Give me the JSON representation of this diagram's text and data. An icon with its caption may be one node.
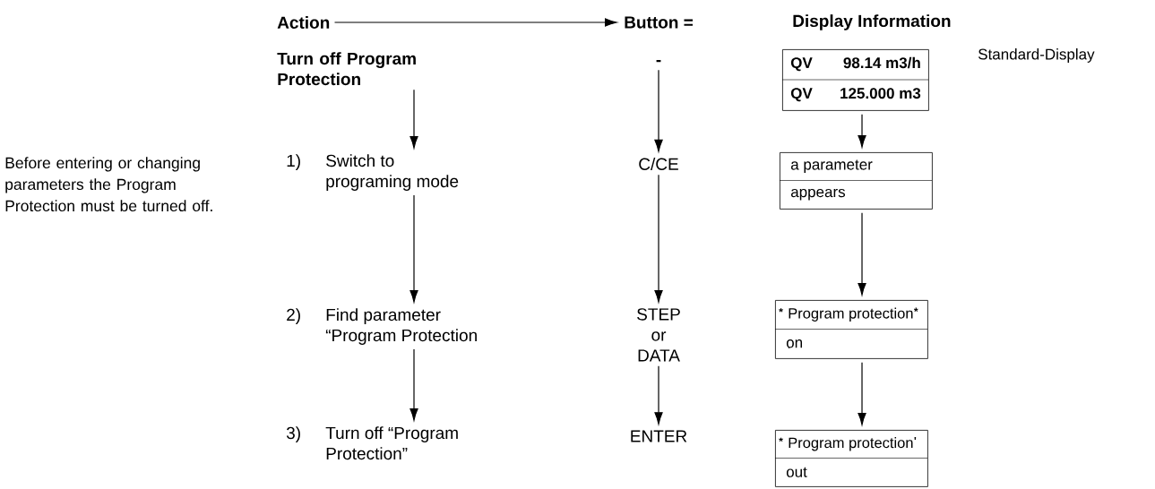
{
  "diagram": {
    "nodes": [
      {
        "text": [
          "Action"
        ]
      },
      {
        "text": [
          "Button ="
        ]
      },
      {
        "text": [
          "Display Information"
        ]
      },
      {
        "text": [
          "Turn off Program Protection"
        ]
      },
      {
        "text": [
          "1)",
          "Switch to programing mode"
        ]
      },
      {
        "text": [
          "2)",
          "Find parameter “Program Protection"
        ]
      },
      {
        "text": [
          "3)",
          "Turn off “Program Protection”"
        ]
      },
      {
        "text": [
          "-"
        ]
      },
      {
        "text": [
          "C/CE"
        ]
      },
      {
        "text": [
          "STEP or DATA"
        ]
      },
      {
        "text": [
          "ENTER"
        ]
      },
      {
        "text": [
          "QV",
          "98.14 m3/h",
          "QV",
          "125.000 m3"
        ],
        "beside": [
          "Standard-Display"
        ]
      },
      {
        "text": [
          "a parameter",
          "appears"
        ]
      },
      {
        "text": [
          "*",
          "Program protection",
          "*",
          "on"
        ]
      },
      {
        "text": [
          "*",
          "Program protection",
          "'",
          "out"
        ]
      }
    ],
    "edges": [
      {
        "from": 0,
        "to": 1,
        "arrow": "to"
      },
      {
        "from": 3,
        "to": 4,
        "arrow": "to"
      },
      {
        "from": 4,
        "to": 5,
        "arrow": "to"
      },
      {
        "from": 5,
        "to": 6,
        "arrow": "to"
      },
      {
        "from": 7,
        "to": 8,
        "arrow": "to"
      },
      {
        "from": 8,
        "to": 9,
        "arrow": "to"
      },
      {
        "from": 9,
        "to": 10,
        "arrow": "to"
      },
      {
        "from": 11,
        "to": 12,
        "arrow": "to"
      },
      {
        "from": 12,
        "to": 13,
        "arrow": "to"
      },
      {
        "from": 13,
        "to": 14,
        "arrow": "to"
      }
    ],
    "labels": [
      "Before entering or changing parameters the Program Protection must be turned off."
    ]
  }
}
